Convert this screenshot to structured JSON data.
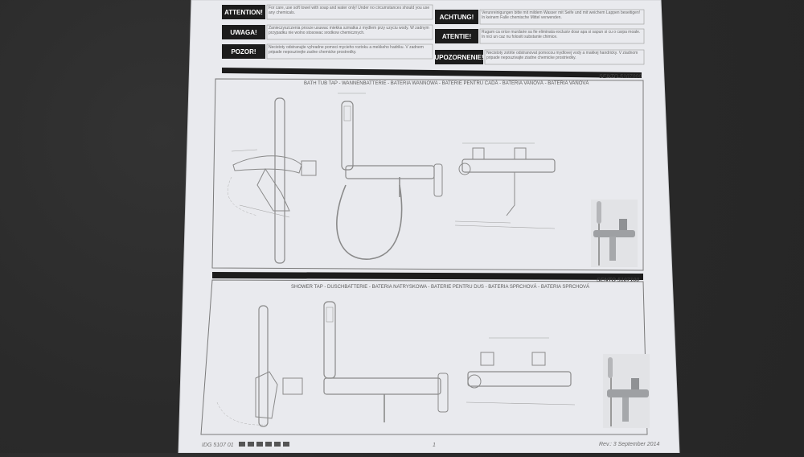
{
  "warnings": [
    {
      "label": "ATTENTION!",
      "text": "For care, use soft towel with soap and water only! Under no circumstances should you use any chemicals."
    },
    {
      "label": "UWAGA!",
      "text": "Zanieczyszczenia prosze usuwac miekka szmatka z mydlem przy uzyciu wody. W zadnym przypadku nie wolno stosowac srodkow chemicznych."
    },
    {
      "label": "POZOR!",
      "text": "Necistoty odstranujte vyhradne pomoci mycieho roztoku a mekkeho hadriku. V zadnem pripade nepouzivejte zadne chemicke prostredky."
    },
    {
      "label": "ACHTUNG!",
      "text": "Verunreinigungen bitte mit mildem Wasser mit Seife und mit weichem Lappen beseitigen! In keinem Falle chemische Mittel verwenden."
    },
    {
      "label": "ATENTIE!",
      "text": "Rugam ca orice murdarie sa fie eliminata exclusiv doar apa si sapun si cu o carpa moale. In nici un caz nu folositi substante chimice."
    },
    {
      "label": "UPOZORNENIE!",
      "text": "Necistoty zotrite odstranovat pomocou mydlovej vody a makkej handricky. V ziadnom pripade nepouzivajte ziadne chemicke prostriedky."
    }
  ],
  "sections": [
    {
      "title": "BATH TUB TAP - WANNENBATTERIE - BATERIA WANNOWA - BATERIE PENTRU CADĂ - BATERIA VANOVÁ - BATERIA VAŇOVÁ",
      "code": "SENTO 5107000"
    },
    {
      "title": "SHOWER TAP - DUSCHBATTERIE - BATERIA NATRYSKOWA - BATERIE PENTRU DUS - BATERIA SPRCHOVÁ - BATERIA SPRCHOVÁ",
      "code": "SENTO 5107100"
    }
  ],
  "footer": {
    "doc_id": "IDG 5107 01",
    "page": "1",
    "revision": "Rev.: 3 September 2014"
  },
  "colors": {
    "background": "#2b2b2b",
    "paper": "#e9eaee",
    "label_fill": "#1c1c1c",
    "drawing_line": "#8a8a8a"
  }
}
